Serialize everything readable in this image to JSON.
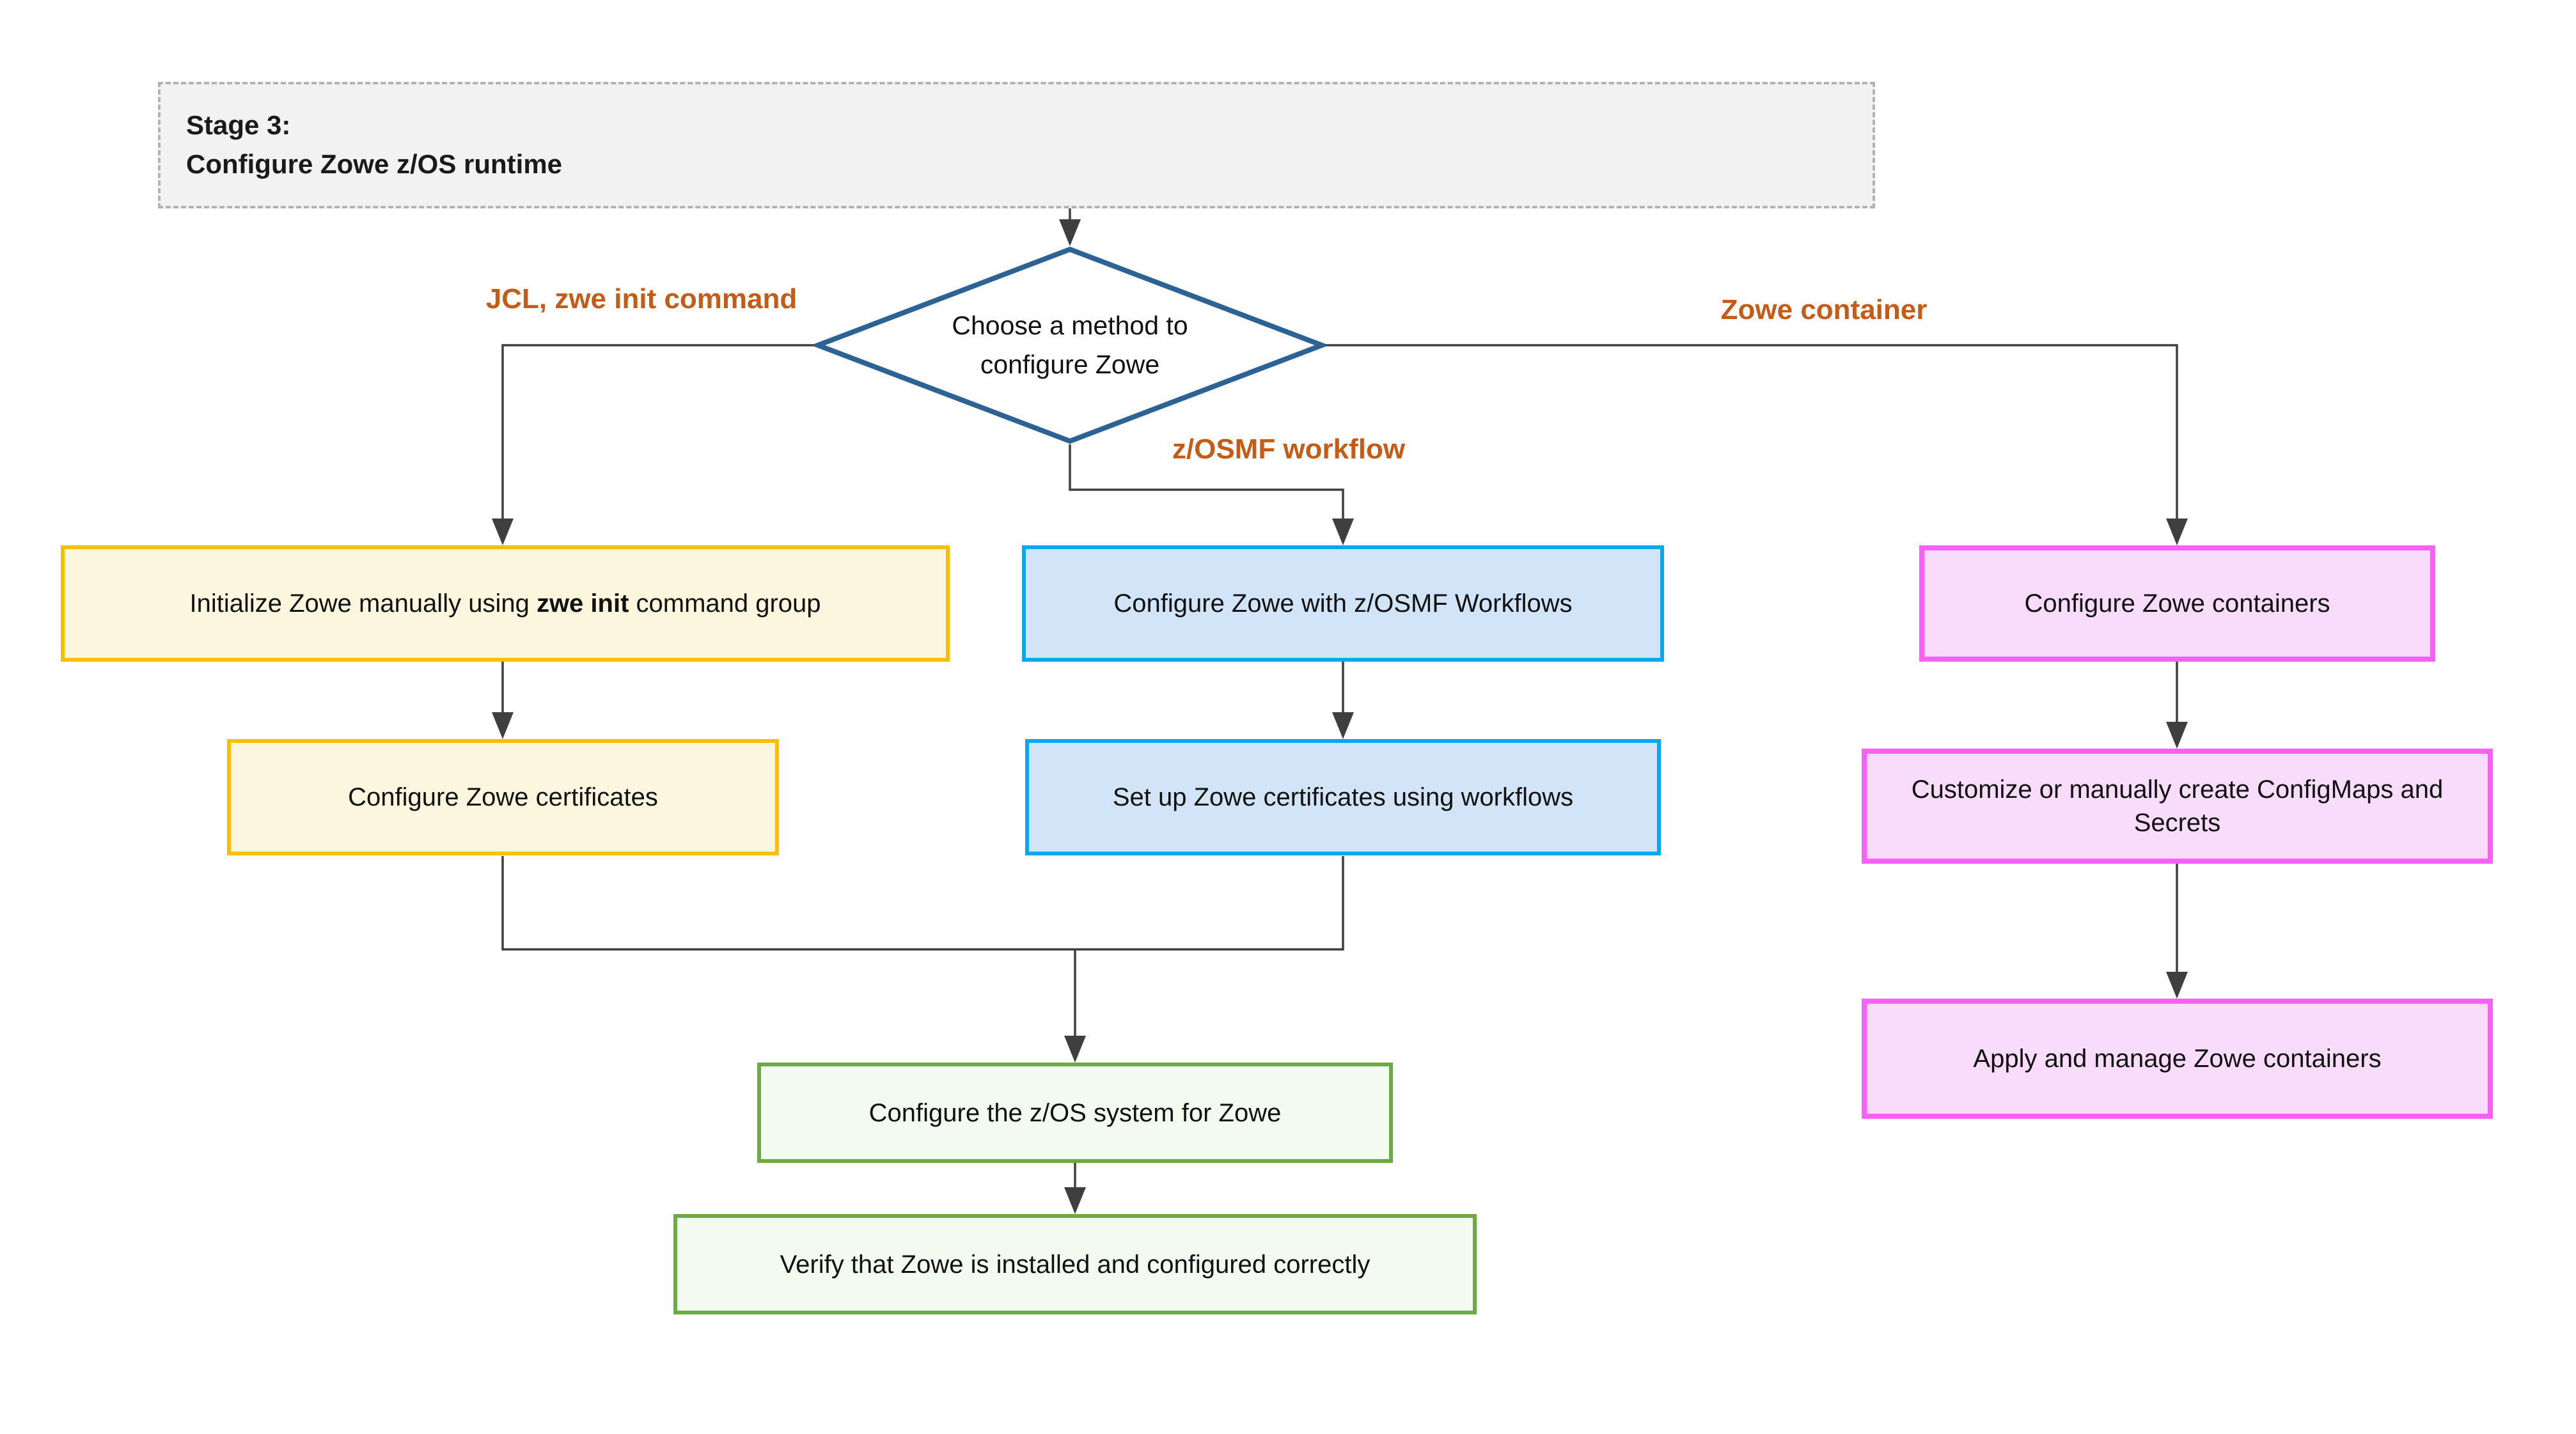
{
  "diagram": {
    "stage": {
      "line1": "Stage 3:",
      "line2": "Configure Zowe z/OS runtime"
    },
    "decision": {
      "line1": "Choose a method to",
      "line2": "configure Zowe"
    },
    "branch_labels": {
      "left": "JCL, zwe init command",
      "middle": "z/OSMF workflow",
      "right": "Zowe container"
    },
    "nodes": {
      "init_zowe": {
        "prefix": "Initialize Zowe manually using ",
        "emphasis": "zwe init",
        "suffix": " command group"
      },
      "configure_certificates": {
        "label": "Configure Zowe certificates"
      },
      "zosmf_workflows": {
        "label": "Configure Zowe with z/OSMF Workflows"
      },
      "setup_certificates_workflows": {
        "label": "Set up Zowe certificates using workflows"
      },
      "configure_containers": {
        "label": "Configure Zowe containers"
      },
      "customize_configmaps": {
        "label": "Customize or manually create ConfigMaps and Secrets"
      },
      "apply_manage_containers": {
        "label": "Apply and manage Zowe containers"
      },
      "configure_zos_system": {
        "label": "Configure the z/OS system for Zowe"
      },
      "verify_installation": {
        "label": "Verify that Zowe is installed and configured correctly"
      }
    },
    "colors": {
      "stage_fill": "#F2F2F2",
      "stage_border": "#B3B3B3",
      "decision_border": "#2D6295",
      "manual_border": "#FABF00",
      "manual_fill": "#FDF6DF",
      "workflow_border": "#09A8EC",
      "workflow_fill": "#D2E5F8",
      "container_border": "#F95FF9",
      "container_fill": "#F9DCFB",
      "shared_border": "#6BAB44",
      "shared_fill": "#F3FAF0",
      "branch_label": "#C45C17",
      "connector": "#3F3F3F"
    }
  }
}
